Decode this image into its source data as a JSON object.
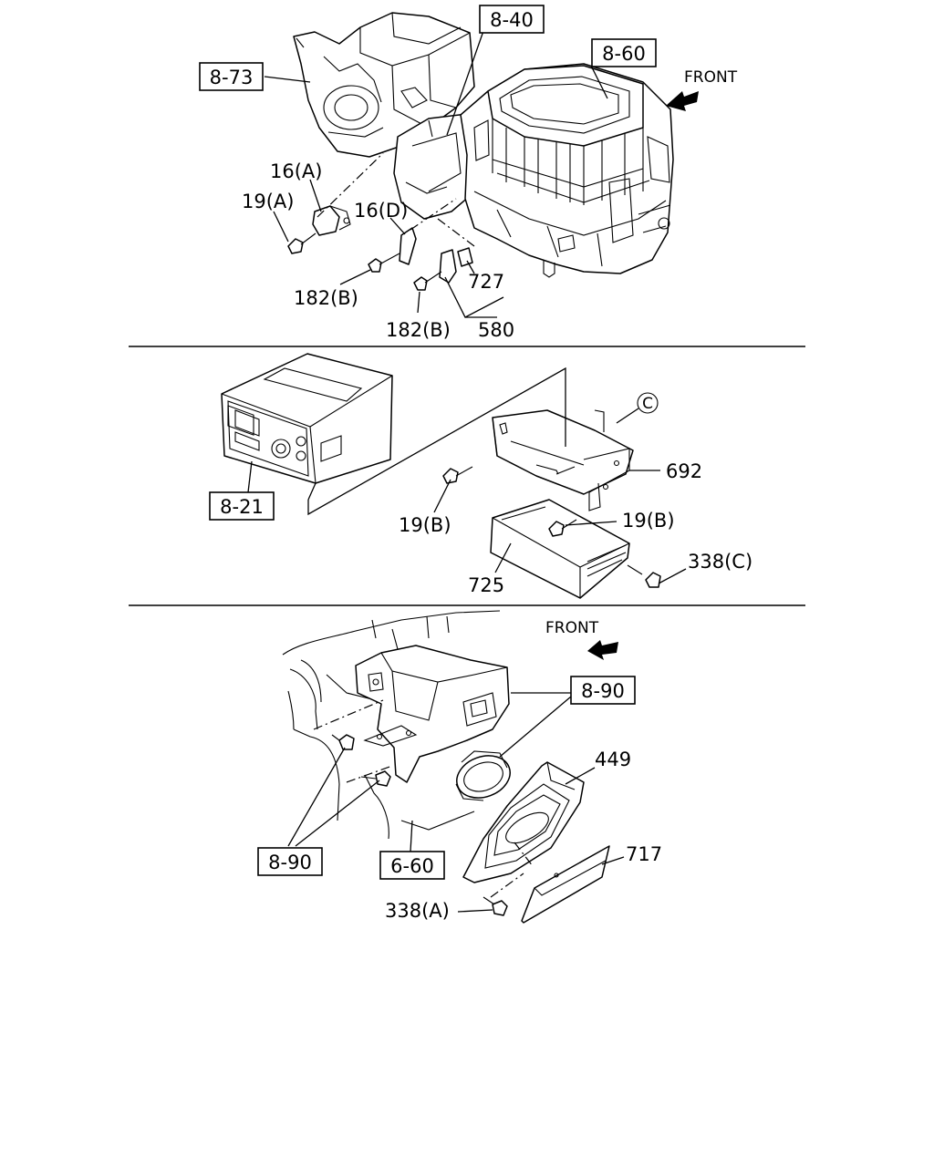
{
  "section_1": {
    "ref_boxes": [
      "8-73",
      "8-40",
      "8-60"
    ],
    "front_label": "FRONT",
    "labels": {
      "p16a": "16(A)",
      "p19a": "19(A)",
      "p16d": "16(D)",
      "p182b_1": "182(B)",
      "p182b_2": "182(B)",
      "p727": "727",
      "p580": "580"
    }
  },
  "section_2": {
    "ref_boxes": [
      "8-21"
    ],
    "labels": {
      "circle_c": "C",
      "p692": "692",
      "p19b_1": "19(B)",
      "p19b_2": "19(B)",
      "p338c": "338(C)",
      "p725": "725"
    }
  },
  "section_3": {
    "ref_boxes": [
      "8-90",
      "8-90",
      "6-60"
    ],
    "front_label": "FRONT",
    "labels": {
      "p449": "449",
      "p717": "717",
      "p338a": "338(A)"
    }
  },
  "icons": [
    "front-arrow-icon",
    "circle-c-icon"
  ],
  "colors": {
    "ink": "#000000",
    "paper": "#ffffff"
  }
}
